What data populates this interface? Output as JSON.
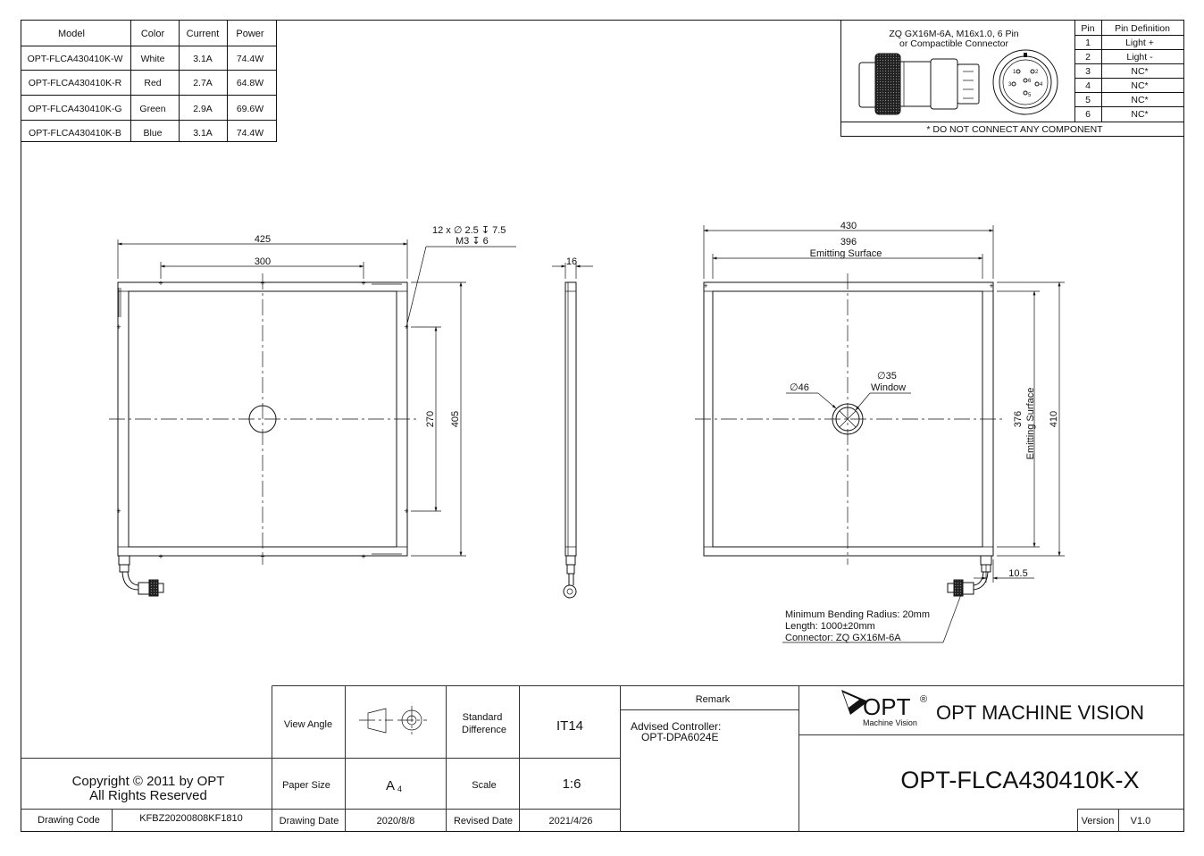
{
  "model_table": {
    "headers": [
      "Model",
      "Color",
      "Current",
      "Power"
    ],
    "rows": [
      [
        "OPT-FLCA430410K-W",
        "White",
        "3.1A",
        "74.4W"
      ],
      [
        "OPT-FLCA430410K-R",
        "Red",
        "2.7A",
        "64.8W"
      ],
      [
        "OPT-FLCA430410K-G",
        "Green",
        "2.9A",
        "69.6W"
      ],
      [
        "OPT-FLCA430410K-B",
        "Blue",
        "3.1A",
        "74.4W"
      ]
    ]
  },
  "connector": {
    "title_line1": "ZQ GX16M-6A, M16x1.0, 6 Pin",
    "title_line2": "or Compactible Connector",
    "pin_header": "Pin",
    "def_header": "Pin Definition",
    "pins": [
      [
        "1",
        "Light +"
      ],
      [
        "2",
        "Light -"
      ],
      [
        "3",
        "NC*"
      ],
      [
        "4",
        "NC*"
      ],
      [
        "5",
        "NC*"
      ],
      [
        "6",
        "NC*"
      ]
    ],
    "footnote": "* DO NOT CONNECT ANY COMPONENT"
  },
  "front_view": {
    "dim_width": "425",
    "dim_holes": "300",
    "dim_hole_v": "270",
    "dim_height": "405",
    "hole_note_1": "12 x ∅ 2.5 ↧ 7.5",
    "hole_note_2": "M3 ↧ 6"
  },
  "side_view": {
    "dim_thickness": "16"
  },
  "back_view": {
    "dim_width": "430",
    "dim_emit_w": "396",
    "emit_label": "Emitting Surface",
    "hole_dia": "∅46",
    "window_dia": "∅35",
    "window_label": "Window",
    "dim_emit_h": "376",
    "dim_height": "410",
    "dim_offset": "10.5",
    "cable_note_1": "Minimum Bending Radius: 20mm",
    "cable_note_2": "Length: 1000±20mm",
    "cable_note_3": "Connector: ZQ GX16M-6A"
  },
  "title_block": {
    "view_angle_label": "View Angle",
    "std_diff_label_1": "Standard",
    "std_diff_label_2": "Difference",
    "std_diff_value": "IT14",
    "remark_label": "Remark",
    "remark_line1": "Advised Controller:",
    "remark_line2": "OPT-DPA6024E",
    "logo_text": "OPT",
    "logo_sub": "Machine Vision",
    "logo_reg": "®",
    "company": "OPT MACHINE VISION",
    "copyright_1": "Copyright © 2011 by OPT",
    "copyright_2": "All Rights Reserved",
    "paper_size_label": "Paper Size",
    "paper_size_value": "A",
    "paper_size_sub": "4",
    "scale_label": "Scale",
    "scale_value": "1:6",
    "part_number": "OPT-FLCA430410K-X",
    "drawing_code_label": "Drawing Code",
    "drawing_code_value": "KFBZ20200808KF1810",
    "drawing_date_label": "Drawing Date",
    "drawing_date_value": "2020/8/8",
    "revised_date_label": "Revised Date",
    "revised_date_value": "2021/4/26",
    "version_label": "Version",
    "version_value": "V1.0"
  }
}
